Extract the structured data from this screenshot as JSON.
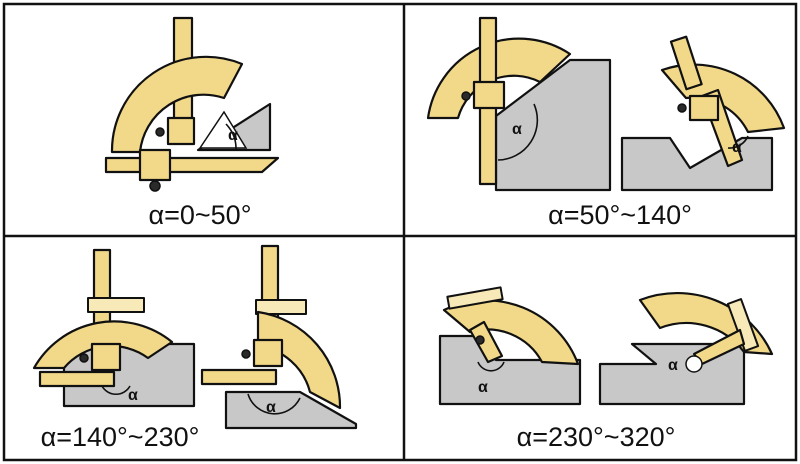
{
  "panels": [
    {
      "caption": "α=0~50°",
      "angle_symbol": "α"
    },
    {
      "caption": "α=50°~140°",
      "angle_symbol": "α"
    },
    {
      "caption": "α=140°~230°",
      "angle_symbol": "α"
    },
    {
      "caption": "α=230°~320°",
      "angle_symbol": "α"
    }
  ],
  "colors": {
    "protractor": "#f2d98a",
    "workpiece": "#c8c8c8",
    "outline": "#111111"
  }
}
